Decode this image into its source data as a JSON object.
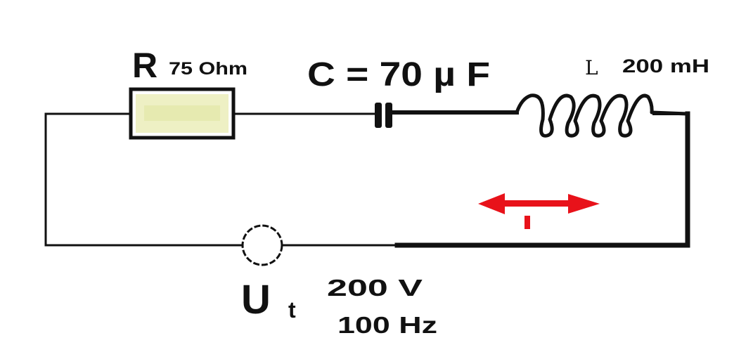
{
  "resistor": {
    "symbol": "R",
    "value": "75 Ohm"
  },
  "capacitor": {
    "label": "C = 70 µ F"
  },
  "inductor": {
    "symbol": "L",
    "value": "200 mH"
  },
  "source": {
    "symbol": "U",
    "subscript": "t",
    "voltage": "200 V",
    "frequency": "100 Hz"
  },
  "current": {
    "symbol": "I",
    "color": "#e8121a"
  },
  "colors": {
    "wire": "#111111",
    "resistor_fill": "#eef0c4"
  }
}
